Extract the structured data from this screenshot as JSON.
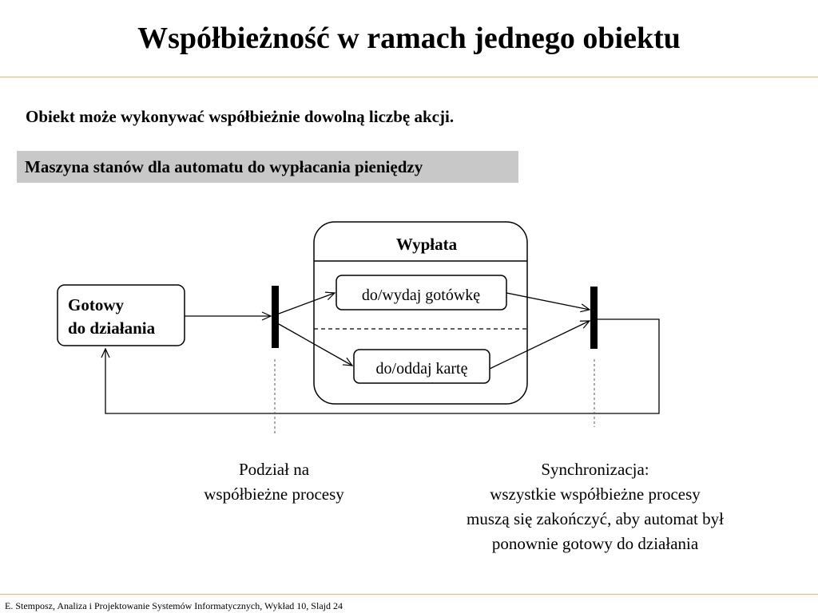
{
  "slide": {
    "title": "Współbieżność w ramach jednego obiektu",
    "lead": "Obiekt może wykonywać współbieżnie dowolną liczbę akcji.",
    "caption": "Maszyna stanów dla automatu do wypłacania pieniędzy"
  },
  "diagram": {
    "ready_state": {
      "line1": "Gotowy",
      "line2": "do działania"
    },
    "composite_state": {
      "name": "Wypłata",
      "region1_action": "do/wydaj gotówkę",
      "region2_action": "do/oddaj kartę"
    }
  },
  "notes": {
    "fork": {
      "line1": "Podział na",
      "line2": "współbieżne procesy"
    },
    "join": {
      "line1": "Synchronizacja:",
      "line2": "wszystkie współbieżne procesy",
      "line3": "muszą się zakończyć, aby automat był",
      "line4": "ponownie gotowy do działania"
    }
  },
  "footer": "E. Stemposz, Analiza i Projektowanie Systemów Informatycznych, Wykład 10, Slajd 24",
  "colors": {
    "rule": "#e8b86a",
    "caption_bg": "#c8c8c8"
  }
}
